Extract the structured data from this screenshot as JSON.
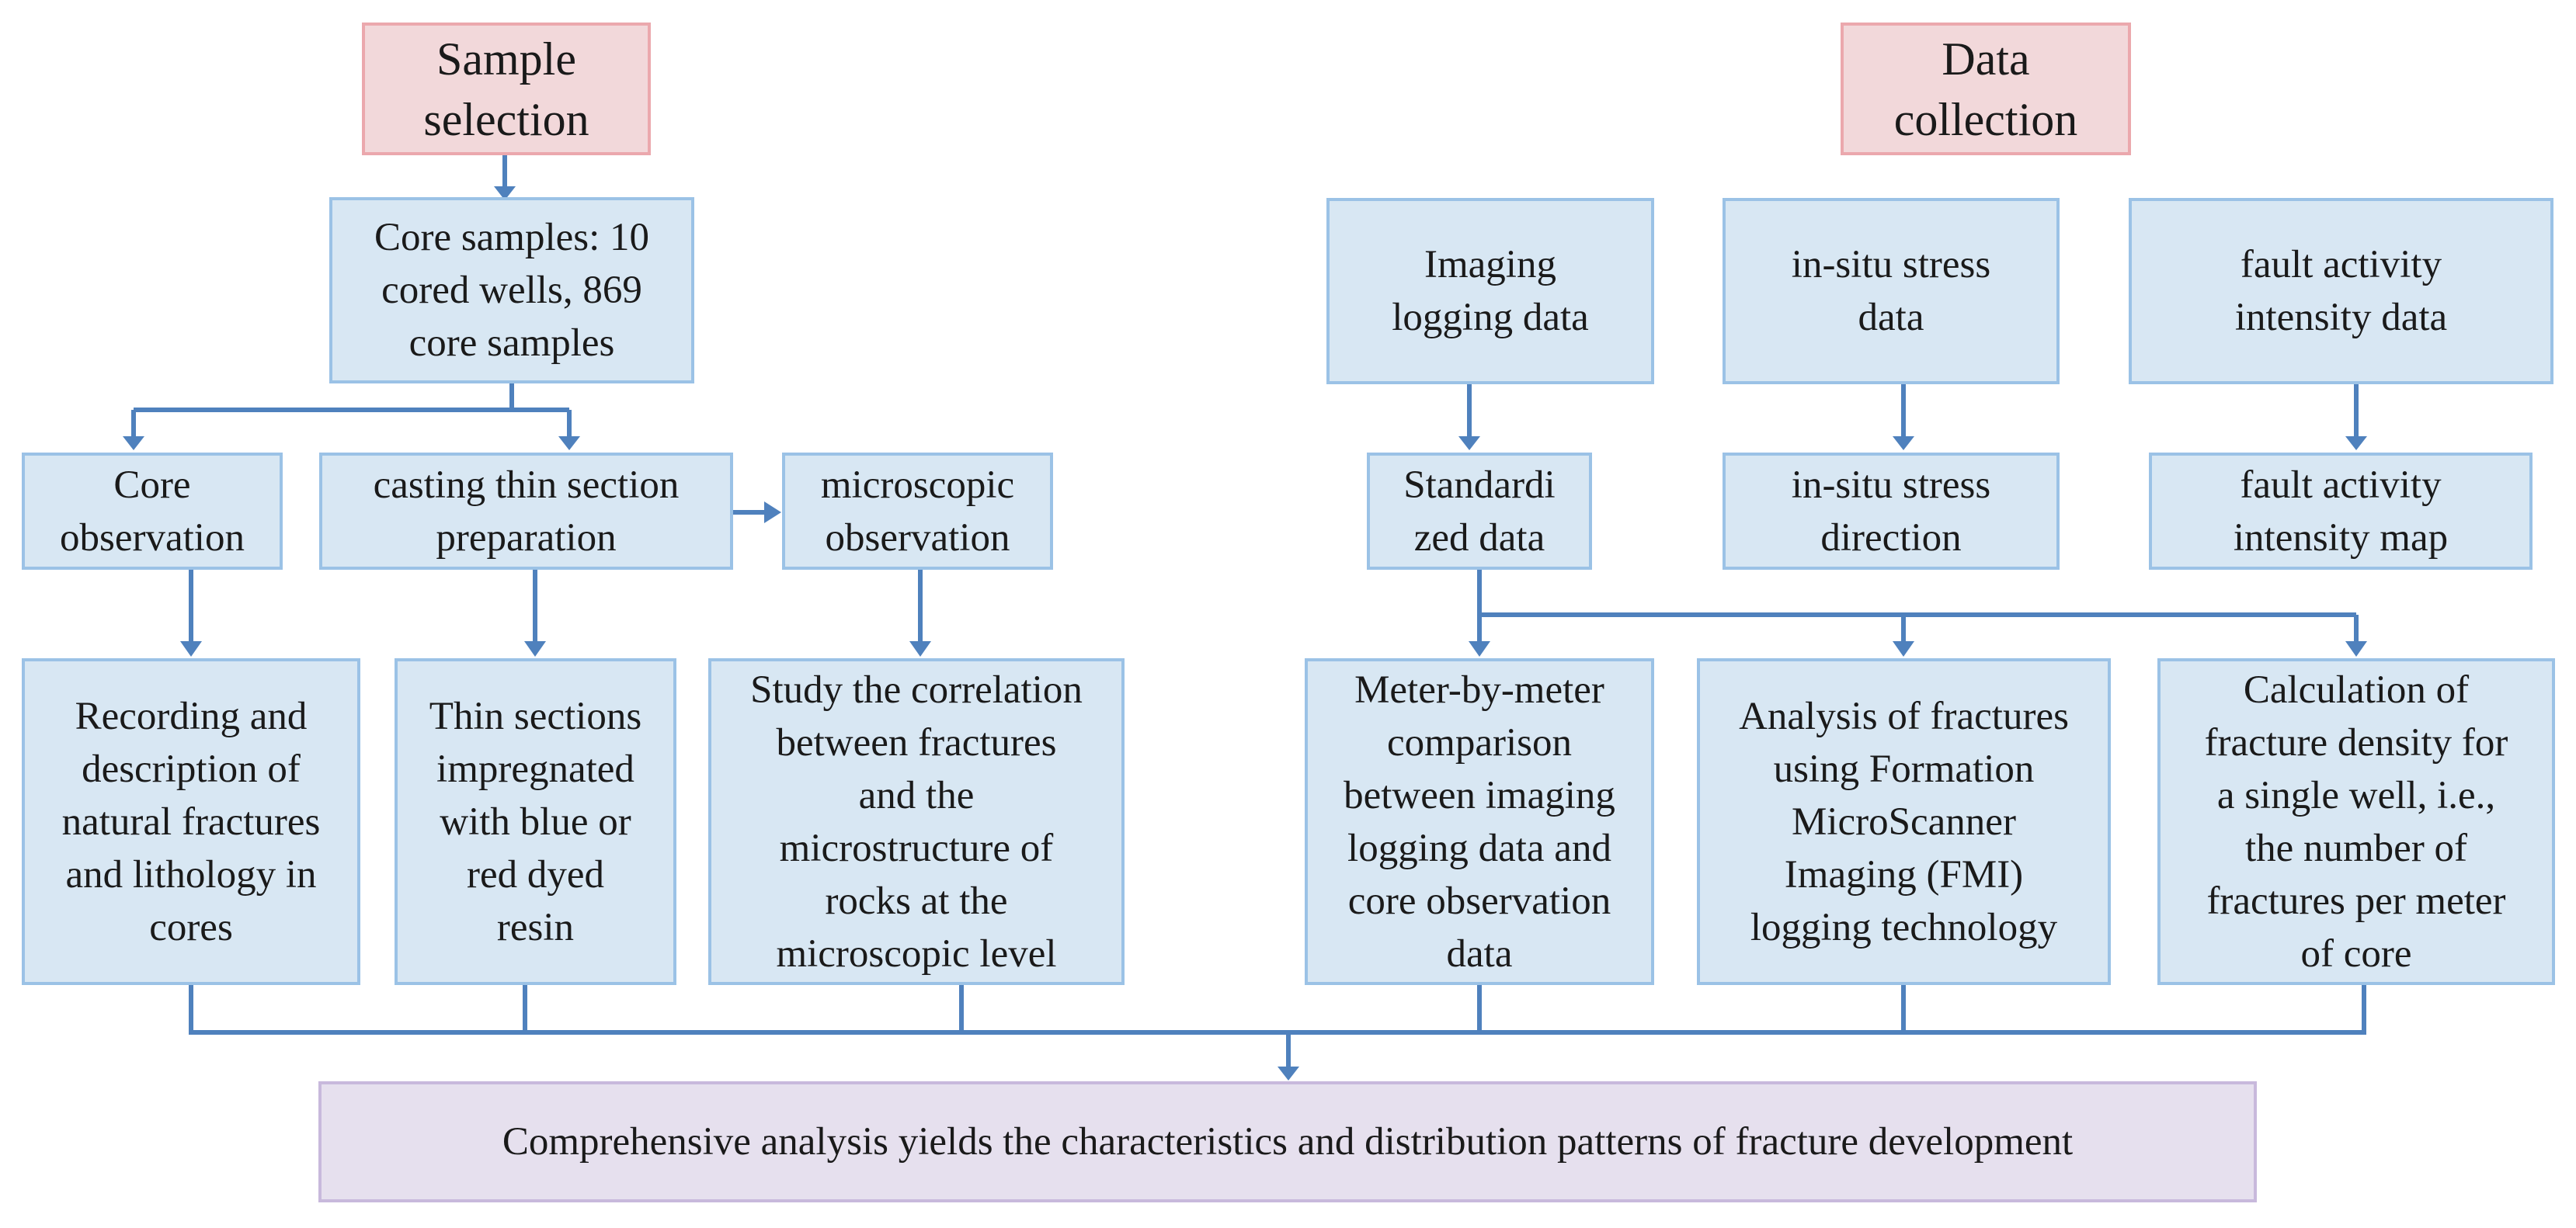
{
  "colors": {
    "box_fill": "#d8e7f3",
    "box_border": "#9bc2e6",
    "header_fill": "#f2d8da",
    "header_border": "#eba8ad",
    "final_fill": "#e6e0ee",
    "final_border": "#c8b9dc",
    "arrow": "#4f81bd"
  },
  "headers": {
    "sample_selection": "Sample\nselection",
    "data_collection": "Data\ncollection"
  },
  "left": {
    "core_samples": "Core samples: 10\ncored wells, 869\ncore samples",
    "core_observation": "Core\nobservation",
    "casting": "casting thin section\npreparation",
    "microscopic_observation": "microscopic\nobservation",
    "recording": "Recording and\ndescription of\nnatural fractures\nand lithology in\ncores",
    "thin_sections": "Thin sections\nimpregnated\nwith blue or\nred dyed\nresin",
    "study": "Study the correlation\nbetween fractures\nand the\nmicrostructure of\nrocks at the\nmicroscopic level"
  },
  "right": {
    "imaging_logging": "Imaging\nlogging data",
    "insitu_stress_data": "in-situ stress\ndata",
    "fault_activity_data": "fault activity\nintensity data",
    "standardized": "Standardi\nzed data",
    "insitu_stress_direction": "in-situ stress\ndirection",
    "fault_activity_map": "fault activity\nintensity map",
    "meter_by_meter": "Meter-by-meter\ncomparison\nbetween imaging\nlogging data and\ncore observation\ndata",
    "fmi_analysis": "Analysis of fractures\nusing Formation\nMicroScanner\nImaging (FMI)\nlogging technology",
    "fracture_density": "Calculation of\nfracture density for\na single well, i.e.,\nthe number of\nfractures per meter\nof core"
  },
  "final": {
    "comprehensive": "Comprehensive analysis yields the characteristics and distribution patterns of fracture development"
  }
}
